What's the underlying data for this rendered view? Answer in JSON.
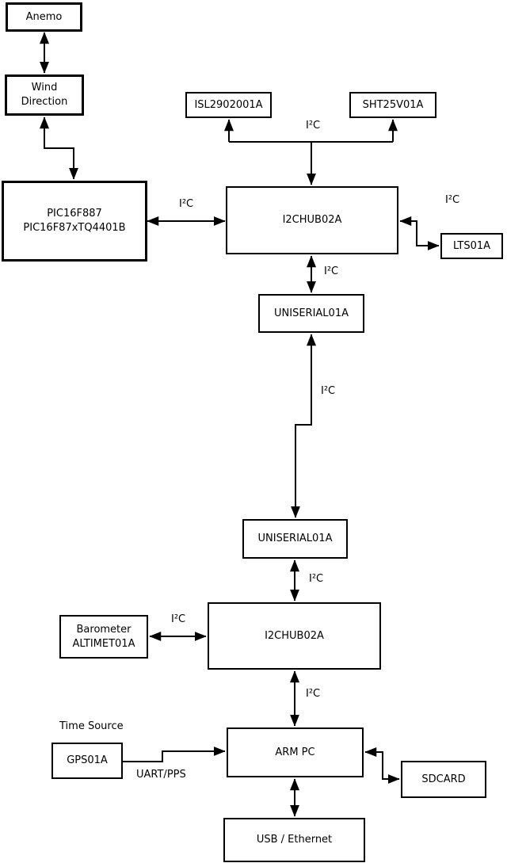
{
  "diagram": {
    "background": "#ffffff",
    "line_color": "#000000",
    "box_fill": "#ffffff",
    "nodes": {
      "anemo": {
        "label": "Anemo"
      },
      "wind_direction": {
        "label": "Wind\nDirection"
      },
      "pic": {
        "label": "PIC16F887\nPIC16F87xTQ4401B"
      },
      "isl": {
        "label": "ISL2902001A"
      },
      "sht": {
        "label": "SHT25V01A"
      },
      "i2chub_top": {
        "label": "I2CHUB02A"
      },
      "lts": {
        "label": "LTS01A"
      },
      "uniserial_top": {
        "label": "UNISERIAL01A"
      },
      "uniserial_bottom": {
        "label": "UNISERIAL01A"
      },
      "barometer": {
        "label": "Barometer\nALTIMET01A"
      },
      "i2chub_bottom": {
        "label": "I2CHUB02A"
      },
      "arm_pc": {
        "label": "ARM PC"
      },
      "gps": {
        "label": "GPS01A"
      },
      "sdcard": {
        "label": "SDCARD"
      },
      "usb_ethernet": {
        "label": "USB / Ethernet"
      }
    },
    "labels": {
      "i2c_sensor_branch": "I²C",
      "i2c_pic_hub": "I²C",
      "i2c_lts": "I²C",
      "i2c_hub_uniserial": "I²C",
      "i2c_uniserial_link": "I²C",
      "i2c_uniserial_hub2": "I²C",
      "i2c_barometer_hub2": "I²C",
      "i2c_hub2_armpc": "I²C",
      "time_source": "Time Source",
      "uart_pps": "UART/PPS"
    }
  }
}
